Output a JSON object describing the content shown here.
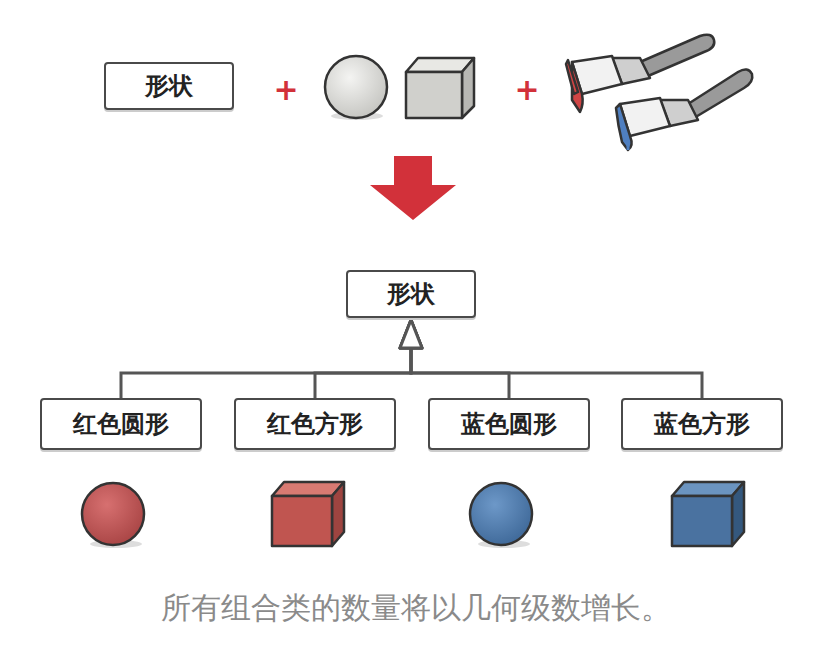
{
  "diagram": {
    "caption": "所有组合类的数量将以几何级数增长。",
    "nodes": [
      {
        "text": [
          "形状"
        ]
      },
      {
        "text": [
          "形状"
        ]
      },
      {
        "text": [
          "红色圆形"
        ]
      },
      {
        "text": [
          "红色方形"
        ]
      },
      {
        "text": [
          "蓝色圆形"
        ]
      },
      {
        "text": [
          "蓝色方形"
        ]
      }
    ],
    "edges": [
      {
        "from": 2,
        "to": 1,
        "arrow": "to"
      },
      {
        "from": 3,
        "to": 1,
        "arrow": "to"
      },
      {
        "from": 4,
        "to": 1,
        "arrow": "to"
      },
      {
        "from": 5,
        "to": 1,
        "arrow": "to"
      }
    ],
    "labels": [
      "+",
      "+"
    ]
  }
}
